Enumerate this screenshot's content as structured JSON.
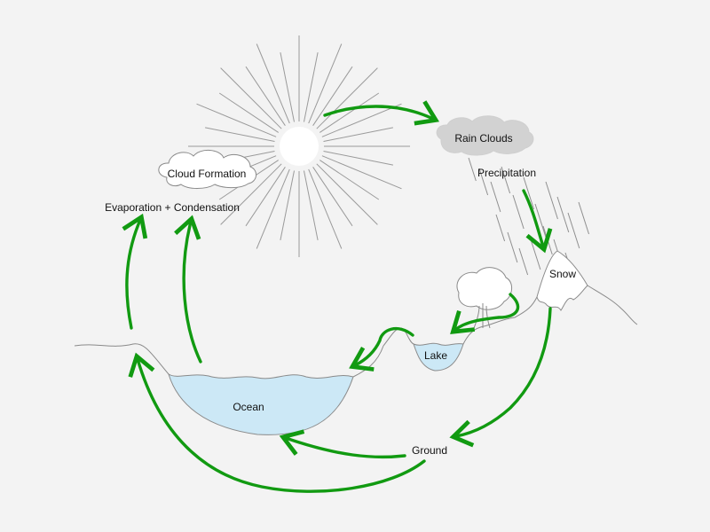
{
  "labels": {
    "cloud_formation": "Cloud Formation",
    "evaporation_condensation": "Evaporation + Condensation",
    "rain_clouds": "Rain Clouds",
    "precipitation": "Precipitation",
    "snow": "Snow",
    "lake": "Lake",
    "ocean": "Ocean",
    "ground": "Ground"
  },
  "colors": {
    "background": "#f3f3f3",
    "arrow": "#119a11",
    "water": "#cce8f6",
    "rain_cloud": "#d2d2d2",
    "line": "#8a8a8a"
  },
  "icons": {
    "sun": "sun-icon",
    "tree": "tree-icon",
    "cloud": "cloud-icon"
  }
}
